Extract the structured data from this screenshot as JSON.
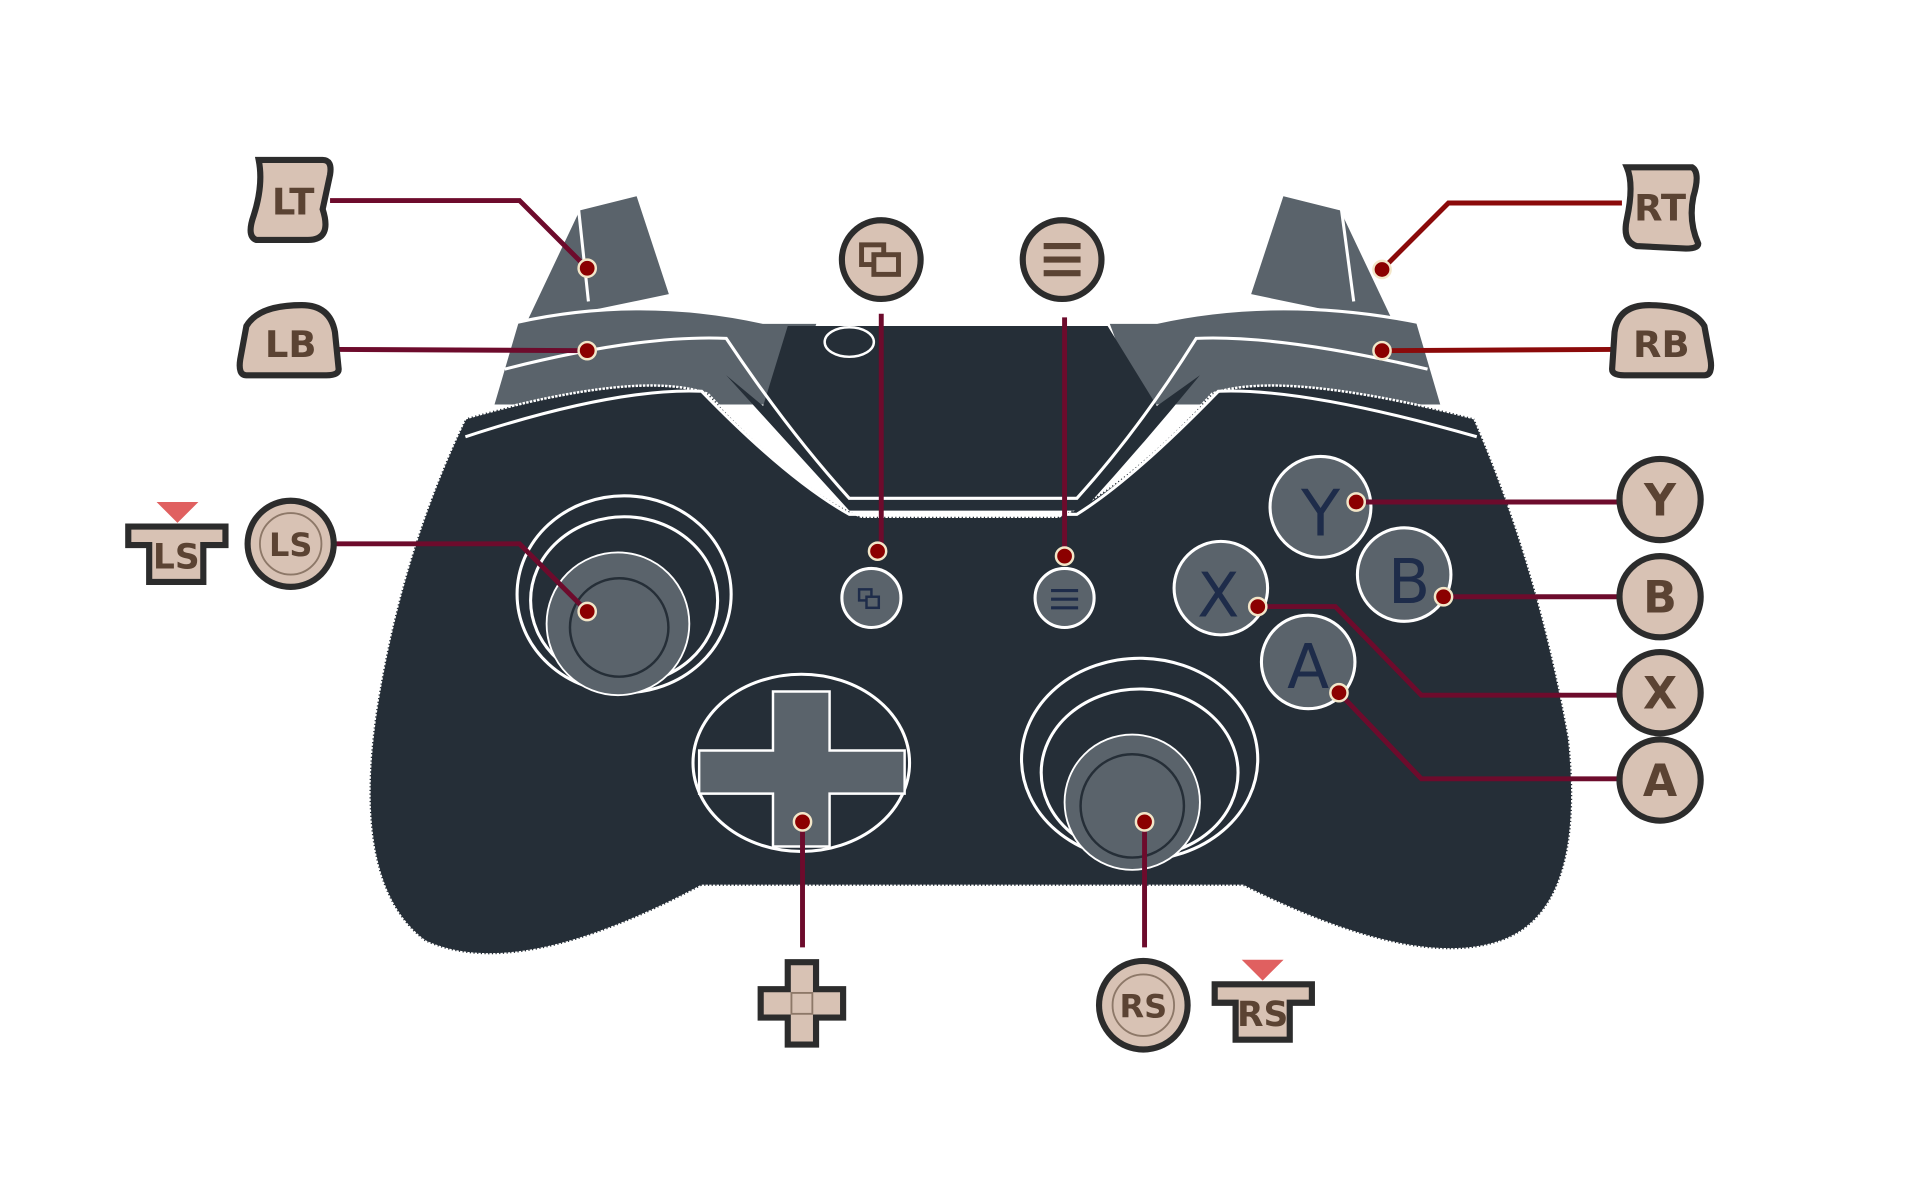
{
  "title": "Controller button layout",
  "colors": {
    "body": "#252e37",
    "part": "#5a636b",
    "leader": "#6d0b2c",
    "dot": "#8b0000",
    "badge": "#d8c2b4",
    "badge_text": "#5b4333",
    "face_text": "#1e2c4a",
    "click_marker": "#e06060"
  },
  "labels": {
    "lt": "LT",
    "rt": "RT",
    "lb": "LB",
    "rb": "RB",
    "ls": "LS",
    "ls_click": "LS",
    "rs": "RS",
    "rs_click": "RS",
    "y": "Y",
    "b": "B",
    "x": "X",
    "a": "A"
  },
  "face_buttons": {
    "y": "Y",
    "b": "B",
    "x": "X",
    "a": "A"
  },
  "icons": {
    "view": "view-icon",
    "menu": "menu-icon",
    "dpad": "dpad-icon"
  }
}
